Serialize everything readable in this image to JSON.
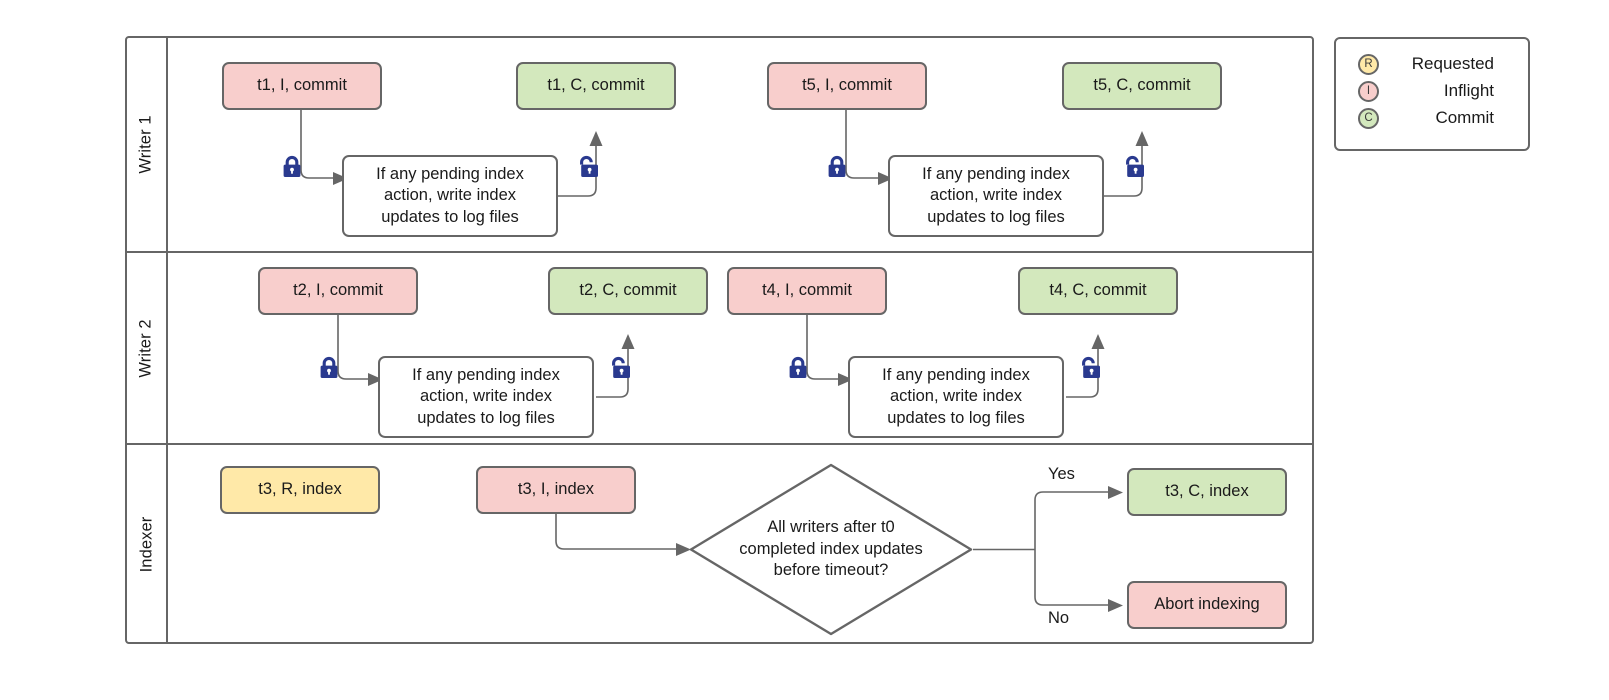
{
  "diagram": {
    "title": "Writer / Indexer concurrency swimlane flowchart",
    "colors": {
      "pink": "#f8cecc",
      "green": "#d3e8bd",
      "yellow": "#ffe9a8",
      "stroke": "#666666",
      "lock": "#2a3a8f",
      "text": "#1a1a1a"
    },
    "lanes": [
      {
        "id": "writer1",
        "label": "Writer 1"
      },
      {
        "id": "writer2",
        "label": "Writer 2"
      },
      {
        "id": "indexer",
        "label": "Indexer"
      }
    ],
    "writer1": {
      "t1_inflight": "t1, I, commit",
      "t1_commit": "t1, C, commit",
      "t5_inflight": "t5, I, commit",
      "t5_commit": "t5, C, commit",
      "process_1": "If any pending index\naction, write index\nupdates to log files",
      "process_2": "If any pending index\naction, write index\nupdates to log files"
    },
    "writer2": {
      "t2_inflight": "t2, I, commit",
      "t2_commit": "t2, C, commit",
      "t4_inflight": "t4, I, commit",
      "t4_commit": "t4, C, commit",
      "process_1": "If any pending index\naction, write index\nupdates to log files",
      "process_2": "If any pending index\naction, write index\nupdates to log files"
    },
    "indexer": {
      "t3_requested": "t3, R, index",
      "t3_inflight": "t3, I, index",
      "decision": "All writers after t0\ncompleted index updates\nbefore timeout?",
      "yes_label": "Yes",
      "no_label": "No",
      "t3_commit": "t3, C, index",
      "abort": "Abort indexing"
    },
    "icons": {
      "lock_closed": "lock-closed-icon",
      "lock_open": "lock-open-icon"
    }
  },
  "legend": {
    "items": [
      {
        "key": "R",
        "label": "Requested",
        "color": "#ffe9a8"
      },
      {
        "key": "I",
        "label": "Inflight",
        "color": "#f8cecc"
      },
      {
        "key": "C",
        "label": "Commit",
        "color": "#d3e8bd"
      }
    ]
  }
}
